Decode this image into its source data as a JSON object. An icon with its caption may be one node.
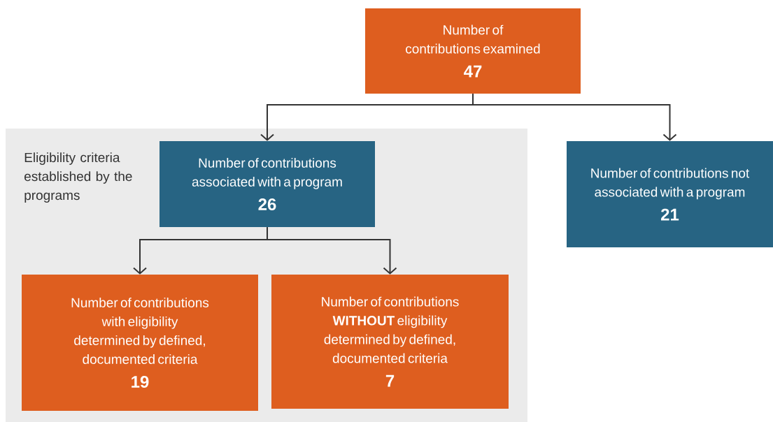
{
  "diagram": {
    "nodes": [
      {
        "text": [
          "Number of contributions examined",
          "47"
        ]
      },
      {
        "text": [
          "Eligibility criteria established by the programs"
        ]
      },
      {
        "text": [
          "Number of contributions associated with a program",
          "26"
        ],
        "in": 1
      },
      {
        "text": [
          "Number of contributions not associated with a program",
          "21"
        ]
      },
      {
        "text": [
          "Number of contributions with eligibility determined by defined, documented criteria",
          "19"
        ],
        "in": 1
      },
      {
        "text": [
          "Number of contributions **WITHOUT** eligibility determined by defined, documented criteria",
          "7"
        ],
        "in": 1
      }
    ],
    "edges": [
      {
        "from": 0,
        "to": 2,
        "arrow": "to"
      },
      {
        "from": 0,
        "to": 3,
        "arrow": "to"
      },
      {
        "from": 2,
        "to": 4,
        "arrow": "to"
      },
      {
        "from": 2,
        "to": 5,
        "arrow": "to"
      }
    ]
  }
}
